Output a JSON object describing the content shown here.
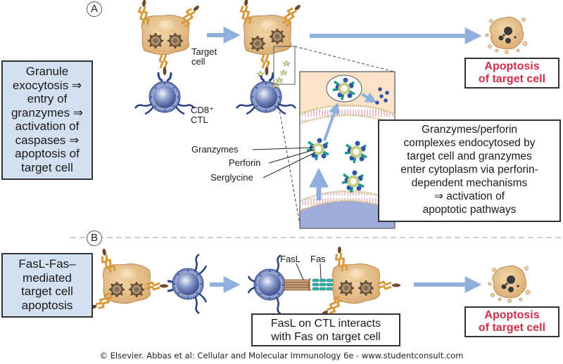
{
  "panels": {
    "a": {
      "letter": "A",
      "summary_box": {
        "lines": [
          "Granule",
          "exocytosis ⇒",
          "entry of",
          "granzymes ⇒",
          "activation of",
          "caspases ⇒",
          "apoptosis of",
          "target cell"
        ]
      },
      "labels": {
        "target_cell": [
          "Target",
          "cell"
        ],
        "ctl": [
          "CD8⁺",
          "CTL"
        ],
        "granzymes": "Granzymes",
        "perforin": "Perforin",
        "serglycine": "Serglycine"
      },
      "outcome_box": [
        "Apoptosis",
        "of target cell"
      ],
      "mechanism_box": {
        "lines": [
          "Granzymes/perforin",
          "complexes endocytosed by",
          "target cell and granzymes",
          "enter cytoplasm via perforin-",
          "dependent mechanisms",
          "⇒ activation of",
          "apoptotic pathways"
        ]
      }
    },
    "b": {
      "letter": "B",
      "summary_box": {
        "lines": [
          "FasL-Fas–",
          "mediated",
          "target cell",
          "apoptosis"
        ]
      },
      "labels": {
        "fasl": "FasL",
        "fas": "Fas"
      },
      "interaction_box": [
        "FasL on CTL interacts",
        "with Fas on target cell"
      ],
      "outcome_box": [
        "Apoptosis",
        "of target cell"
      ]
    }
  },
  "footer": "© Elsevier. Abbas et al: Cellular and Molecular Immunology 6e - www.studentconsult.com",
  "colors": {
    "summary_bg": "#d3e0f0",
    "apoptosis_text": "#cc2f4a",
    "arrow": "#8fb0dc",
    "target_cell": "#e2b884",
    "ctl": "#6f82b8",
    "cytoplasm": "#fbe3c8",
    "membrane": "#c9b27a"
  }
}
